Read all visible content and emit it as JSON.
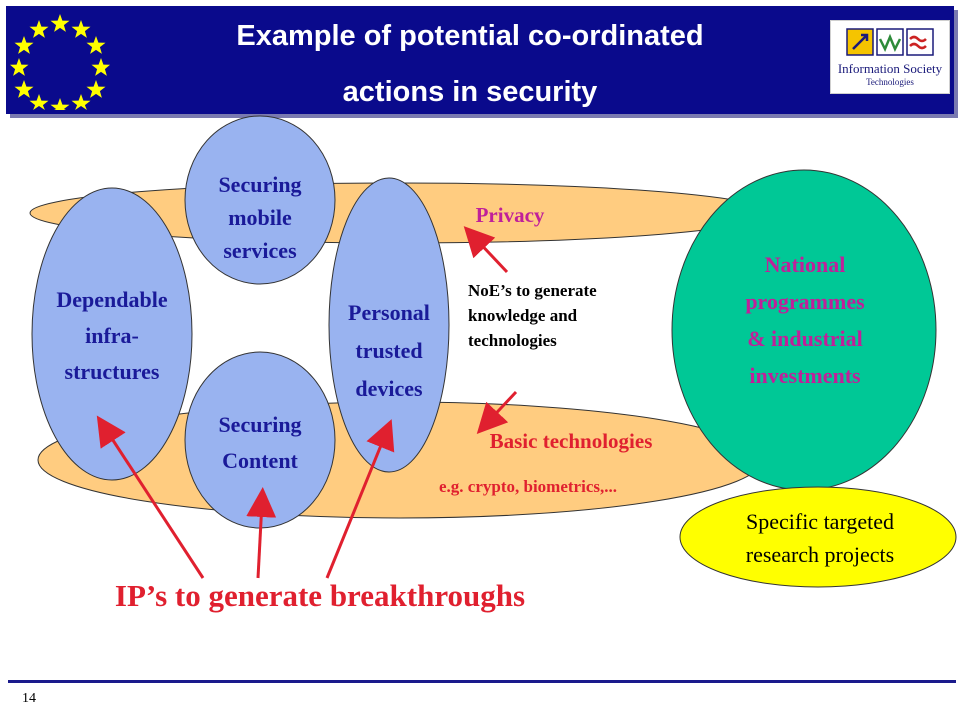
{
  "header": {
    "title_line1": "Example of potential co-ordinated",
    "title_line2": "actions in security",
    "logo_text": "Information Society",
    "logo_subtext": "Technologies",
    "eu_flag_icon": "eu-stars-flag",
    "bg_color": "#0a0a8c"
  },
  "diagram": {
    "privacy_label": "Privacy",
    "basic_tech_label": "Basic technologies",
    "basic_tech_example": "e.g. crypto, biometrics,...",
    "noe_line1": "NoE’s to generate",
    "noe_line2": "knowledge and",
    "noe_line3": "technologies",
    "dependable": [
      "Dependable",
      "infra-",
      "structures"
    ],
    "mobile": [
      "Securing",
      "mobile",
      "services"
    ],
    "content": [
      "Securing",
      "Content"
    ],
    "personal": [
      "Personal",
      "trusted",
      "devices"
    ],
    "national": [
      "National",
      "programmes",
      "& industrial",
      "investments"
    ],
    "specific": [
      "Specific targeted",
      "research projects"
    ],
    "ip_label": "IP’s to generate breakthroughs",
    "colors": {
      "blue_oval": "#99b3f0",
      "green_oval": "#00c896",
      "yellow_oval": "#ffff00",
      "beige_band": "#ffcc80",
      "label_blue": "#1a1a99",
      "label_red": "#e0202f",
      "label_magenta": "#c0209a"
    }
  },
  "footer": {
    "page_number": "14"
  }
}
